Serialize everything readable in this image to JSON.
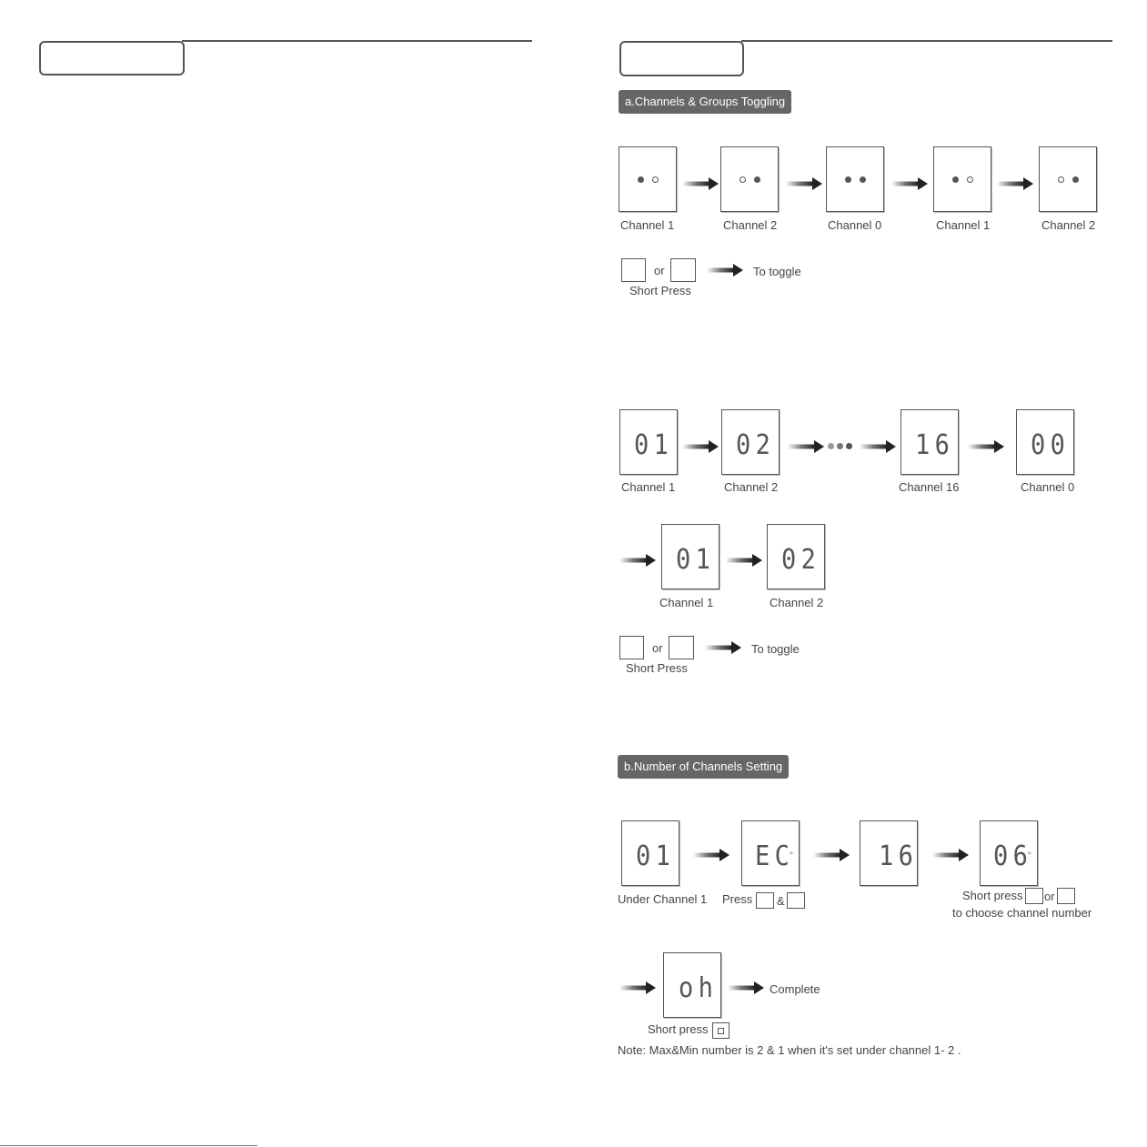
{
  "section_a_label": "a.Channels & Groups Toggling",
  "section_b_label": "b.Number of Channels Setting",
  "row1_captions": [
    "Channel 1",
    "Channel 2",
    "Channel 0",
    "Channel 1",
    "Channel 2"
  ],
  "toggle1": {
    "or": "or",
    "action": "To toggle",
    "press": "Short Press"
  },
  "row2_captions": [
    "Channel 1",
    "Channel 2",
    "Channel 16",
    "Channel 0"
  ],
  "row2_displays": [
    "01",
    "02",
    "16",
    "00"
  ],
  "row3_captions": [
    "Channel 1",
    "Channel 2"
  ],
  "row3_displays": [
    "01",
    "02"
  ],
  "toggle2": {
    "or": "or",
    "action": "To toggle",
    "press": "Short Press"
  },
  "row4_displays": [
    "01",
    "EC",
    "16",
    "06"
  ],
  "row4_captions": {
    "under": "Under Channel 1",
    "press": "Press",
    "amp": "&",
    "short_press": "Short press",
    "or": "or",
    "choose": "to choose channel number"
  },
  "row5": {
    "display": "oh",
    "complete": "Complete",
    "short_press": "Short press"
  },
  "note": "Note: Max&Min number is 2 & 1 when it's set under channel 1- 2 ."
}
